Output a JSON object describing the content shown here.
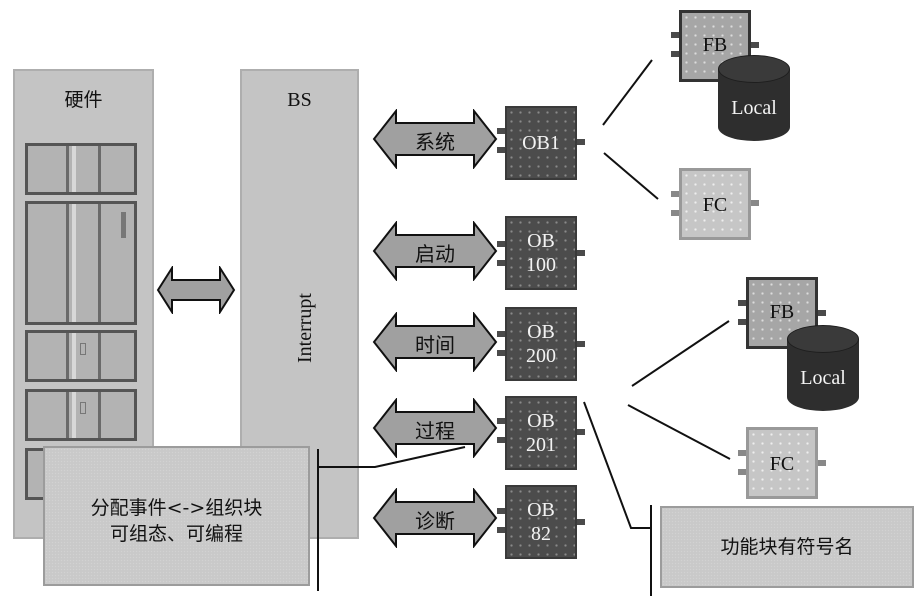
{
  "hardware_panel": {
    "title": "硬件"
  },
  "bs_panel": {
    "title": "BS",
    "vertical_label": "Interrupt"
  },
  "event_arrows": [
    {
      "label": "系统",
      "target": "OB1"
    },
    {
      "label": "启动",
      "target": "OB 100"
    },
    {
      "label": "时间",
      "target": "OB 200"
    },
    {
      "label": "过程",
      "target": "OB 201"
    },
    {
      "label": "诊断",
      "target": "OB 82"
    }
  ],
  "organization_blocks": [
    {
      "line1": "OB1",
      "line2": ""
    },
    {
      "line1": "OB",
      "line2": "100"
    },
    {
      "line1": "OB",
      "line2": "200"
    },
    {
      "line1": "OB",
      "line2": "201"
    },
    {
      "line1": "OB",
      "line2": "82"
    }
  ],
  "function_groups": [
    {
      "fb_label": "FB",
      "local_label": "Local",
      "fc_label": "FC",
      "parent": "OB1"
    },
    {
      "fb_label": "FB",
      "local_label": "Local",
      "fc_label": "FC",
      "parent": "OB 201"
    }
  ],
  "notes": {
    "assign_line1": "分配事件<->组织块",
    "assign_line2": "可组态、可编程",
    "symbolic_names": "功能块有符号名"
  },
  "colors": {
    "panel_gray": "#c4c4c4",
    "ob_dark": "#4c4c4c",
    "fb_gray": "#a6a6a6",
    "fc_light": "#c6c6c6",
    "local_dark": "#2e2e2e",
    "arrow_fill": "#a0a0a0"
  }
}
